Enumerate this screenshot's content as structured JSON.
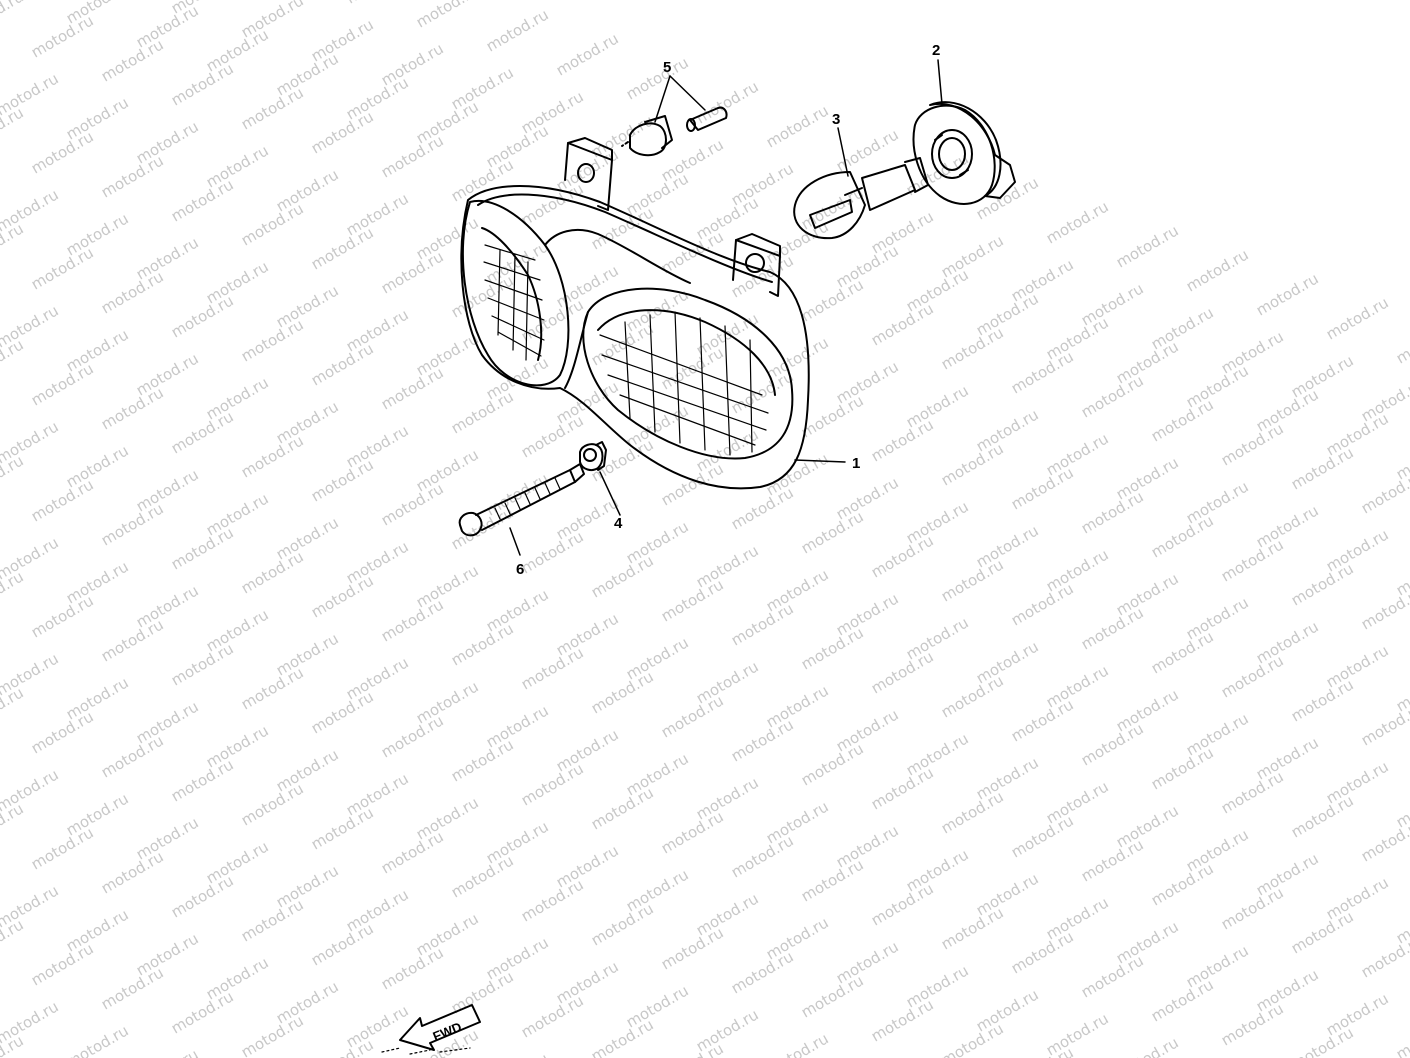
{
  "diagram": {
    "watermark_text": "motod.ru",
    "parts": [
      {
        "number": "1",
        "name": "headlight-assembly"
      },
      {
        "number": "2",
        "name": "bulb-socket-cover"
      },
      {
        "number": "3",
        "name": "headlight-bulb"
      },
      {
        "number": "4",
        "name": "adjuster-nut"
      },
      {
        "number": "5",
        "name": "position-bulb-and-socket"
      },
      {
        "number": "6",
        "name": "adjusting-screw"
      }
    ],
    "fwd_label": "FWD"
  },
  "colors": {
    "line": "#000000",
    "watermark": "#c8c8c8",
    "background": "#ffffff"
  }
}
